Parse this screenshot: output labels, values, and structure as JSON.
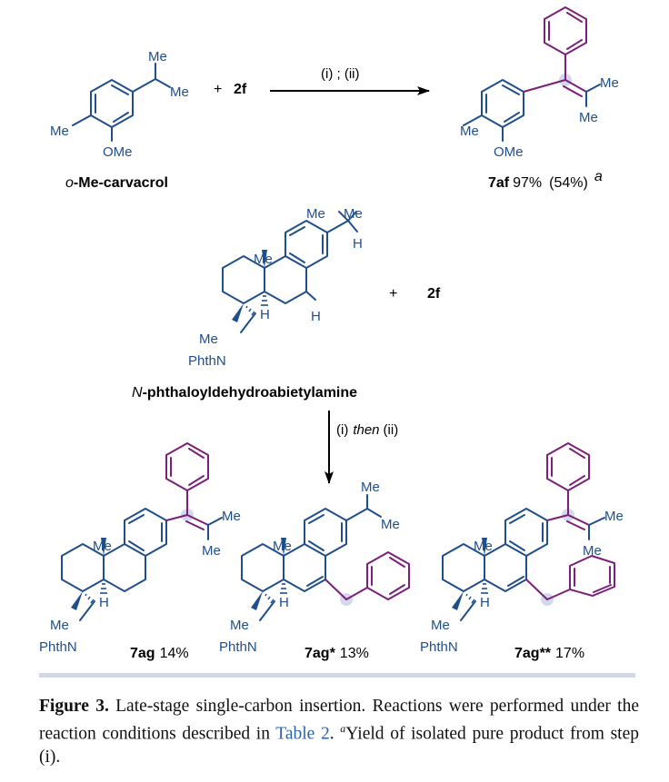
{
  "reaction1": {
    "substrate_name_prefix": "o",
    "substrate_name_rest": "-Me-carvacrol",
    "reagent": "2f",
    "plus": "+",
    "conditions": "(i) ; (ii)",
    "product_id": "7af",
    "product_yield": "97%",
    "product_yield_alt": "(54%)",
    "product_footnote": "a",
    "atoms": {
      "me": "Me",
      "ome": "OMe"
    }
  },
  "reaction2": {
    "substrate_name_prefix": "N",
    "substrate_name_rest": "-phthaloyldehydroabietylamine",
    "plus": "+",
    "reagent": "2f",
    "conditions_pre": "(i)",
    "conditions_then": "then",
    "conditions_post": "(ii)",
    "atoms": {
      "me": "Me",
      "h": "H",
      "phthn": "PhthN"
    }
  },
  "products": [
    {
      "id": "7ag",
      "yield": "14%"
    },
    {
      "id": "7ag*",
      "yield": "13%"
    },
    {
      "id": "7ag**",
      "yield": "17%"
    }
  ],
  "caption": {
    "figure_label": "Figure 3.",
    "text_1": " Late-stage single-carbon insertion. Reactions were performed under the reaction conditions described in ",
    "link": "Table 2",
    "text_2": ". ",
    "footnote_mark": "a",
    "text_3": "Yield of isolated pure product from step (i)."
  },
  "colors": {
    "structure": "#1f4e8c",
    "inserted": "#7b1f7a",
    "highlight_dot": "#c9d3ea",
    "link": "#2a64a8"
  }
}
